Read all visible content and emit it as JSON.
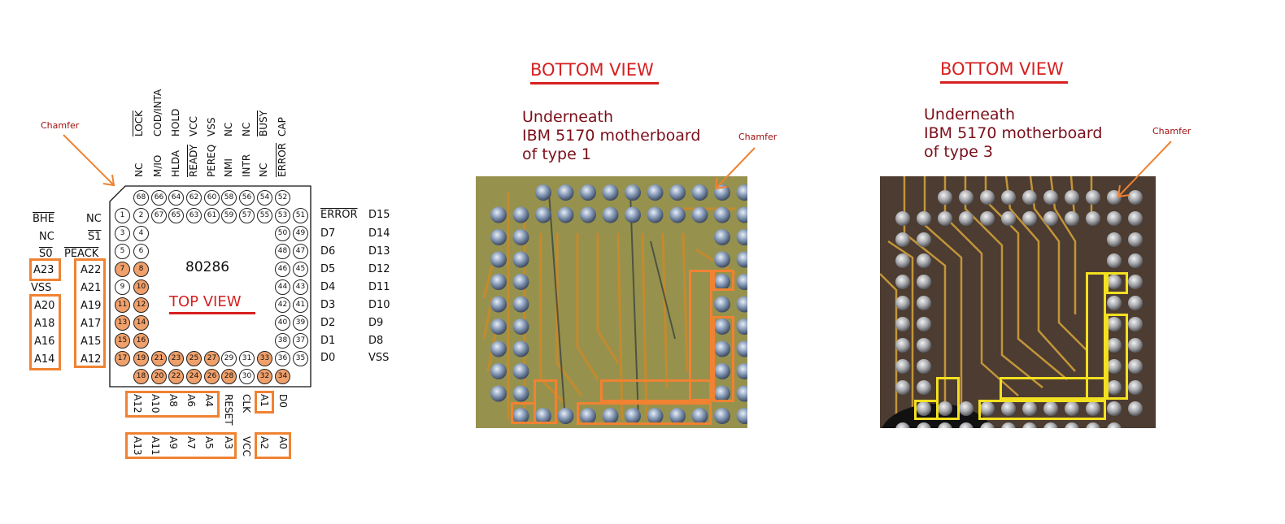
{
  "diagram": {
    "chip": "80286",
    "top_view": "TOP VIEW",
    "chamfer": "Chamfer",
    "top_labels": {
      "row1": [
        "LOCK",
        "COD/INTA",
        "HOLD",
        "VCC",
        "VSS",
        "NC",
        "NC",
        "BUSY",
        "CAP"
      ],
      "row2": [
        "NC",
        "M/IO",
        "HLDA",
        "READY",
        "PEREQ",
        "NMI",
        "INTR",
        "NC",
        "ERROR"
      ]
    },
    "left_labels": {
      "outer": [
        "BHE",
        "NC",
        "S0",
        "A23",
        "VSS",
        "A20",
        "A18",
        "A16",
        "A14"
      ],
      "inner": [
        "NC",
        "S1",
        "PEACK",
        "A22",
        "A21",
        "A19",
        "A17",
        "A15",
        "A12"
      ]
    },
    "right_labels": {
      "inner": [
        "ERROR",
        "D7",
        "D6",
        "D5",
        "D4",
        "D3",
        "D2",
        "D1",
        "D0"
      ],
      "outer": [
        "D15",
        "D14",
        "D13",
        "D12",
        "D11",
        "D10",
        "D9",
        "D8",
        "VSS"
      ]
    },
    "bottom_labels": {
      "row1": [
        "A12",
        "A10",
        "A8",
        "A6",
        "A4",
        "RESET",
        "CLK",
        "A1",
        "D0"
      ],
      "row2": [
        "A13",
        "A11",
        "A9",
        "A7",
        "A5",
        "A3",
        "VCC",
        "A2",
        "A0"
      ]
    },
    "pins": {
      "top_outer": [
        "68",
        "66",
        "64",
        "62",
        "60",
        "58",
        "56",
        "54",
        "52"
      ],
      "top_inner": [
        "1",
        "2",
        "67",
        "65",
        "63",
        "61",
        "59",
        "57",
        "55",
        "53",
        "51"
      ],
      "left_rows": [
        [
          "3",
          "4"
        ],
        [
          "5",
          "6"
        ],
        [
          "7",
          "8"
        ],
        [
          "9",
          "10"
        ],
        [
          "11",
          "12"
        ],
        [
          "13",
          "14"
        ],
        [
          "15",
          "16"
        ]
      ],
      "right_rows": [
        [
          "50",
          "49"
        ],
        [
          "48",
          "47"
        ],
        [
          "46",
          "45"
        ],
        [
          "44",
          "43"
        ],
        [
          "42",
          "41"
        ],
        [
          "40",
          "39"
        ],
        [
          "38",
          "37"
        ]
      ],
      "bottom_inner": [
        "17",
        "19",
        "21",
        "23",
        "25",
        "27",
        "29",
        "31",
        "33",
        "36",
        "35"
      ],
      "bottom_outer": [
        "18",
        "20",
        "22",
        "24",
        "26",
        "28",
        "30",
        "32",
        "34"
      ]
    }
  },
  "photo1": {
    "title": "BOTTOM VIEW",
    "caption": [
      "Underneath",
      "IBM 5170 motherboard",
      "of type 1"
    ],
    "chamfer": "Chamfer"
  },
  "photo2": {
    "title": "BOTTOM VIEW",
    "caption": [
      "Underneath",
      "IBM 5170 motherboard",
      "of type 3"
    ],
    "chamfer": "Chamfer"
  },
  "colors": {
    "title": "#d62020",
    "caption": "#7a0f1a",
    "orange": "#f08232",
    "yellow": "#f3e020",
    "highlight_pin": "#f0a06a"
  }
}
